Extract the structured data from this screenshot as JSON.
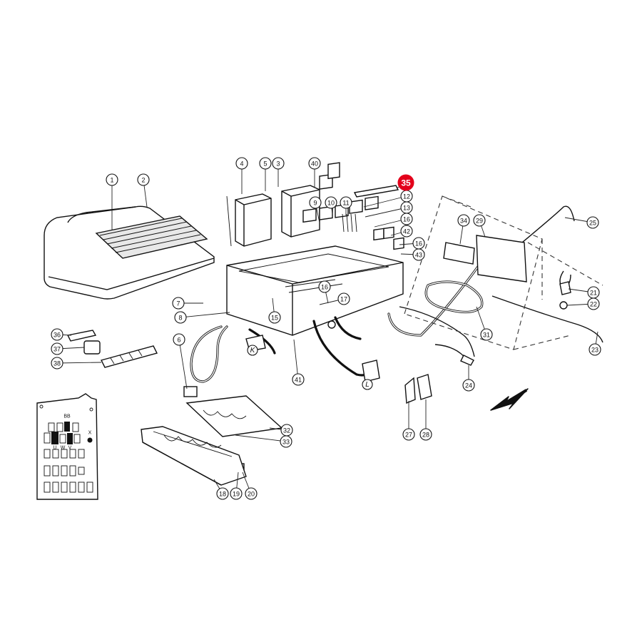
{
  "callouts": [
    {
      "id": "1",
      "label": "1"
    },
    {
      "id": "2",
      "label": "2"
    },
    {
      "id": "3",
      "label": "3"
    },
    {
      "id": "4",
      "label": "4"
    },
    {
      "id": "5",
      "label": "5"
    },
    {
      "id": "6",
      "label": "6"
    },
    {
      "id": "7",
      "label": "7"
    },
    {
      "id": "8",
      "label": "8"
    },
    {
      "id": "9",
      "label": "9"
    },
    {
      "id": "10",
      "label": "10"
    },
    {
      "id": "11",
      "label": "11"
    },
    {
      "id": "12",
      "label": "12"
    },
    {
      "id": "13",
      "label": "13"
    },
    {
      "id": "15",
      "label": "15"
    },
    {
      "id": "16a",
      "label": "16"
    },
    {
      "id": "16b",
      "label": "16"
    },
    {
      "id": "16c",
      "label": "16"
    },
    {
      "id": "17",
      "label": "17"
    },
    {
      "id": "18",
      "label": "18"
    },
    {
      "id": "19",
      "label": "19"
    },
    {
      "id": "20",
      "label": "20"
    },
    {
      "id": "21",
      "label": "21"
    },
    {
      "id": "22",
      "label": "22"
    },
    {
      "id": "23",
      "label": "23"
    },
    {
      "id": "24",
      "label": "24"
    },
    {
      "id": "25",
      "label": "25"
    },
    {
      "id": "27",
      "label": "27"
    },
    {
      "id": "28",
      "label": "28"
    },
    {
      "id": "29",
      "label": "29"
    },
    {
      "id": "31",
      "label": "31"
    },
    {
      "id": "32",
      "label": "32"
    },
    {
      "id": "33",
      "label": "33"
    },
    {
      "id": "34",
      "label": "34"
    },
    {
      "id": "35",
      "label": "35",
      "highlighted": true
    },
    {
      "id": "36",
      "label": "36"
    },
    {
      "id": "37",
      "label": "37"
    },
    {
      "id": "38",
      "label": "38"
    },
    {
      "id": "40",
      "label": "40"
    },
    {
      "id": "41",
      "label": "41"
    },
    {
      "id": "42",
      "label": "42"
    },
    {
      "id": "43",
      "label": "43"
    }
  ],
  "connector_labels": [
    {
      "id": "K",
      "label": "K"
    },
    {
      "id": "L",
      "label": "L"
    }
  ],
  "panel_labels": {
    "bb": "BB",
    "x": "X",
    "u": "U",
    "w": "W",
    "v": "V"
  },
  "colors": {
    "highlight": "#e3001b",
    "ink": "#111111",
    "background": "#ffffff"
  }
}
